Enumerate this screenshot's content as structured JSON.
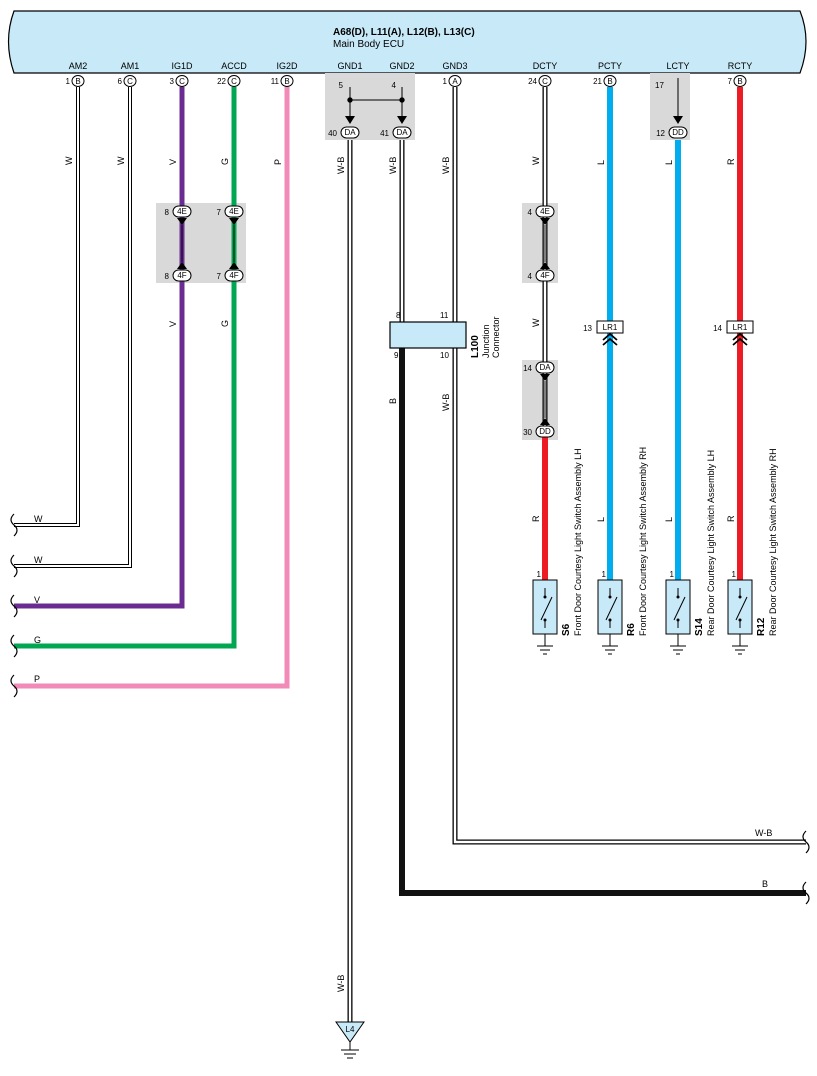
{
  "colors": {
    "W": "#ffffff",
    "V": "#6a2c91",
    "G": "#00a651",
    "P": "#f28ab8",
    "L": "#00aeef",
    "R": "#ed1c24",
    "B": "#111111",
    "W-B": "#ffffff",
    "ecu_fill": "#c8e9f7",
    "splice_fill": "#d9d9d9"
  },
  "ecu": {
    "codes": "A68(D), L11(A), L12(B), L13(C)",
    "name": "Main Body ECU"
  },
  "terminals": {
    "am2": {
      "name": "AM2",
      "pin": "1",
      "conn": "B"
    },
    "am1": {
      "name": "AM1",
      "pin": "6",
      "conn": "C"
    },
    "ig1d": {
      "name": "IG1D",
      "pin": "3",
      "conn": "C"
    },
    "accd": {
      "name": "ACCD",
      "pin": "22",
      "conn": "C"
    },
    "ig2d": {
      "name": "IG2D",
      "pin": "11",
      "conn": "B"
    },
    "gnd1": {
      "name": "GND1",
      "pin": "5"
    },
    "gnd2": {
      "name": "GND2",
      "pin": "4"
    },
    "gnd3": {
      "name": "GND3",
      "pin": "1",
      "conn": "A"
    },
    "dcty": {
      "name": "DCTY",
      "pin": "24",
      "conn": "C"
    },
    "pcty": {
      "name": "PCTY",
      "pin": "21",
      "conn": "B"
    },
    "lcty": {
      "name": "LCTY",
      "pin": "17"
    },
    "rcty": {
      "name": "RCTY",
      "pin": "7",
      "conn": "B"
    }
  },
  "connectors": {
    "gnd1_da": {
      "pin": "40",
      "code": "DA"
    },
    "gnd2_da": {
      "pin": "41",
      "code": "DA"
    },
    "ig1d_4e": {
      "pin": "8",
      "code": "4E"
    },
    "ig1d_4f": {
      "pin": "8",
      "code": "4F"
    },
    "accd_4e": {
      "pin": "7",
      "code": "4E"
    },
    "accd_4f": {
      "pin": "7",
      "code": "4F"
    },
    "dcty_4e": {
      "pin": "4",
      "code": "4E"
    },
    "dcty_4f": {
      "pin": "4",
      "code": "4F"
    },
    "dcty_da": {
      "pin": "14",
      "code": "DA"
    },
    "dcty_dd": {
      "pin": "30",
      "code": "DD"
    },
    "lcty_dd": {
      "pin": "12",
      "code": "DD"
    },
    "pcty_lr1": {
      "pin": "13",
      "code": "LR1"
    },
    "rcty_lr1": {
      "pin": "14",
      "code": "LR1"
    }
  },
  "junction": {
    "code": "L100",
    "name_line1": "Junction",
    "name_line2": "Connector",
    "pin_tl": "8",
    "pin_tr": "11",
    "pin_bl": "9",
    "pin_br": "10"
  },
  "wire_codes": {
    "am2": "W",
    "am1": "W",
    "ig1d_top": "V",
    "ig1d_bottom": "V",
    "accd_top": "G",
    "accd_bottom": "G",
    "ig2d": "P",
    "gnd1": "W-B",
    "gnd1_lower": "W-B",
    "gnd2": "W-B",
    "gnd2_lower": "B",
    "gnd3": "W-B",
    "gnd3_lower": "W-B",
    "dcty_top": "W",
    "dcty_mid": "W",
    "dcty_bottom": "R",
    "pcty_top": "L",
    "pcty_bottom": "L",
    "lcty_top": "L",
    "lcty_bottom": "L",
    "rcty_top": "R",
    "rcty_bottom": "R"
  },
  "left_edge_labels": [
    "W",
    "W",
    "V",
    "G",
    "P"
  ],
  "right_edge_labels": [
    "W-B",
    "B"
  ],
  "ground_code": "L4",
  "switches": [
    {
      "code": "S6",
      "name": "Front Door Courtesy Light Switch Assembly LH",
      "pin": "1"
    },
    {
      "code": "R6",
      "name": "Front Door Courtesy Light Switch Assembly RH",
      "pin": "1"
    },
    {
      "code": "S14",
      "name": "Rear Door Courtesy Light Switch Assembly LH",
      "pin": "1"
    },
    {
      "code": "R12",
      "name": "Rear Door Courtesy Light Switch Assembly RH",
      "pin": "1"
    }
  ]
}
